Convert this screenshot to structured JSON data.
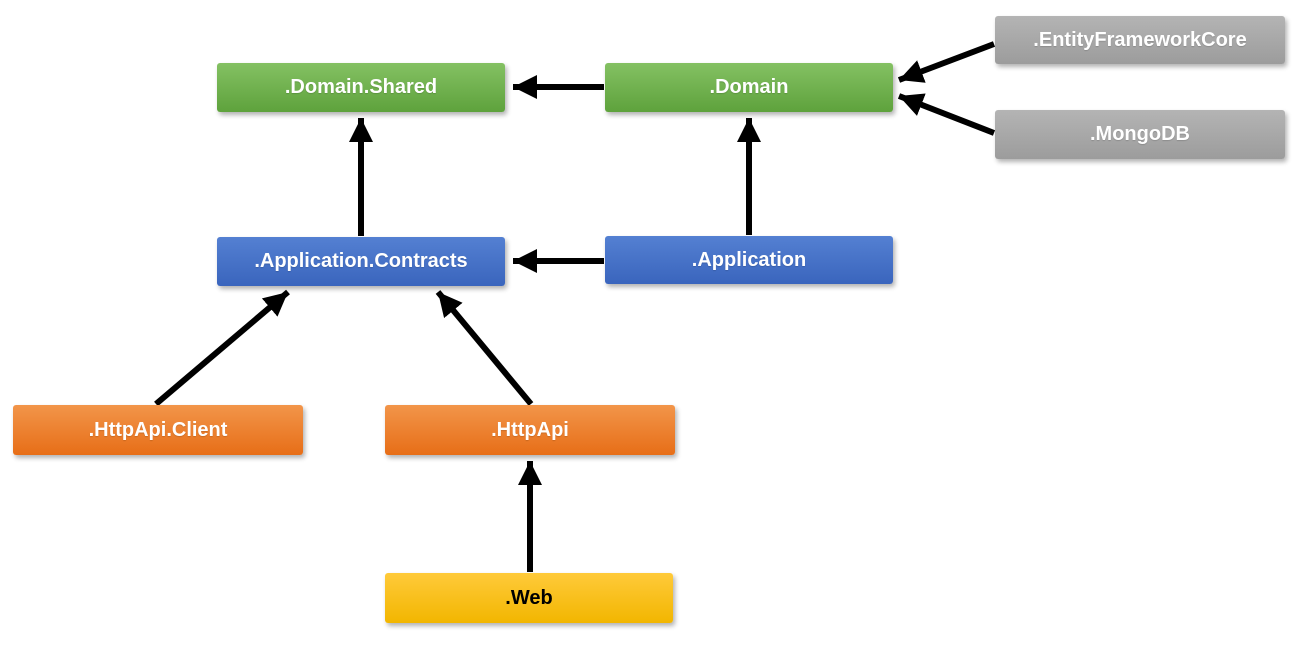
{
  "diagram": {
    "type": "dependency-diagram",
    "description": "Module dependency diagram of application layers",
    "nodes": [
      {
        "id": "domain-shared",
        "label": ".Domain.Shared",
        "color": "#70ad47",
        "text_color": "#ffffff"
      },
      {
        "id": "domain",
        "label": ".Domain",
        "color": "#70ad47",
        "text_color": "#ffffff"
      },
      {
        "id": "entity-framework-core",
        "label": ".EntityFrameworkCore",
        "color": "#a5a5a5",
        "text_color": "#ffffff"
      },
      {
        "id": "mongodb",
        "label": ".MongoDB",
        "color": "#a5a5a5",
        "text_color": "#ffffff"
      },
      {
        "id": "application-contracts",
        "label": ".Application.Contracts",
        "color": "#4472c4",
        "text_color": "#ffffff"
      },
      {
        "id": "application",
        "label": ".Application",
        "color": "#4472c4",
        "text_color": "#ffffff"
      },
      {
        "id": "httpapi-client",
        "label": ".HttpApi.Client",
        "color": "#ed7d31",
        "text_color": "#ffffff"
      },
      {
        "id": "httpapi",
        "label": ".HttpApi",
        "color": "#ed7d31",
        "text_color": "#ffffff"
      },
      {
        "id": "web",
        "label": ".Web",
        "color": "#ffc000",
        "text_color": "#000000"
      }
    ],
    "edges": [
      {
        "from": ".Domain",
        "to": ".Domain.Shared"
      },
      {
        "from": ".EntityFrameworkCore",
        "to": ".Domain"
      },
      {
        "from": ".MongoDB",
        "to": ".Domain"
      },
      {
        "from": ".Application.Contracts",
        "to": ".Domain.Shared"
      },
      {
        "from": ".Application",
        "to": ".Domain"
      },
      {
        "from": ".Application",
        "to": ".Application.Contracts"
      },
      {
        "from": ".HttpApi.Client",
        "to": ".Application.Contracts"
      },
      {
        "from": ".HttpApi",
        "to": ".Application.Contracts"
      },
      {
        "from": ".Web",
        "to": ".HttpApi"
      }
    ],
    "palette": {
      "green": "#70ad47",
      "blue": "#4472c4",
      "gray": "#a5a5a5",
      "orange": "#ed7d31",
      "yellow": "#ffc000",
      "arrow": "#000000",
      "background": "#ffffff"
    }
  }
}
